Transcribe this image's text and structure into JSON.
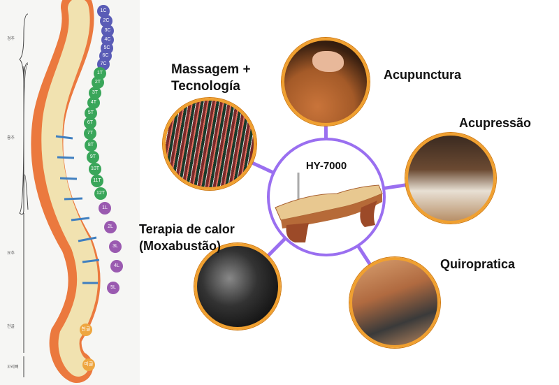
{
  "spine": {
    "cervical": [
      "1C",
      "2C",
      "3C",
      "4C",
      "5C",
      "6C",
      "7C"
    ],
    "thoracic": [
      "1T",
      "2T",
      "3T",
      "4T",
      "5T",
      "6T",
      "7T",
      "8T",
      "9T",
      "10T",
      "11T",
      "12T"
    ],
    "lumbar": [
      "1L",
      "2L",
      "3L",
      "4L",
      "5L"
    ],
    "sacral": [
      "천골",
      "미골"
    ],
    "regions": [
      "경추",
      "흉추",
      "요추",
      "천골",
      "꼬리뼈"
    ]
  },
  "hub": {
    "title": "HY-7000"
  },
  "therapies": {
    "massage": {
      "line1": "Massagem +",
      "line2": "Tecnología"
    },
    "acupuncture": {
      "label": "Acupunctura"
    },
    "acupressure": {
      "label": "Acupressão"
    },
    "chiropractic": {
      "label": "Quiropratica"
    },
    "heat": {
      "line1": "Terapia de calor",
      "line2": "(Moxabustão)"
    }
  },
  "colors": {
    "connector": "#9a6ff0",
    "ring": "#f0a030"
  }
}
